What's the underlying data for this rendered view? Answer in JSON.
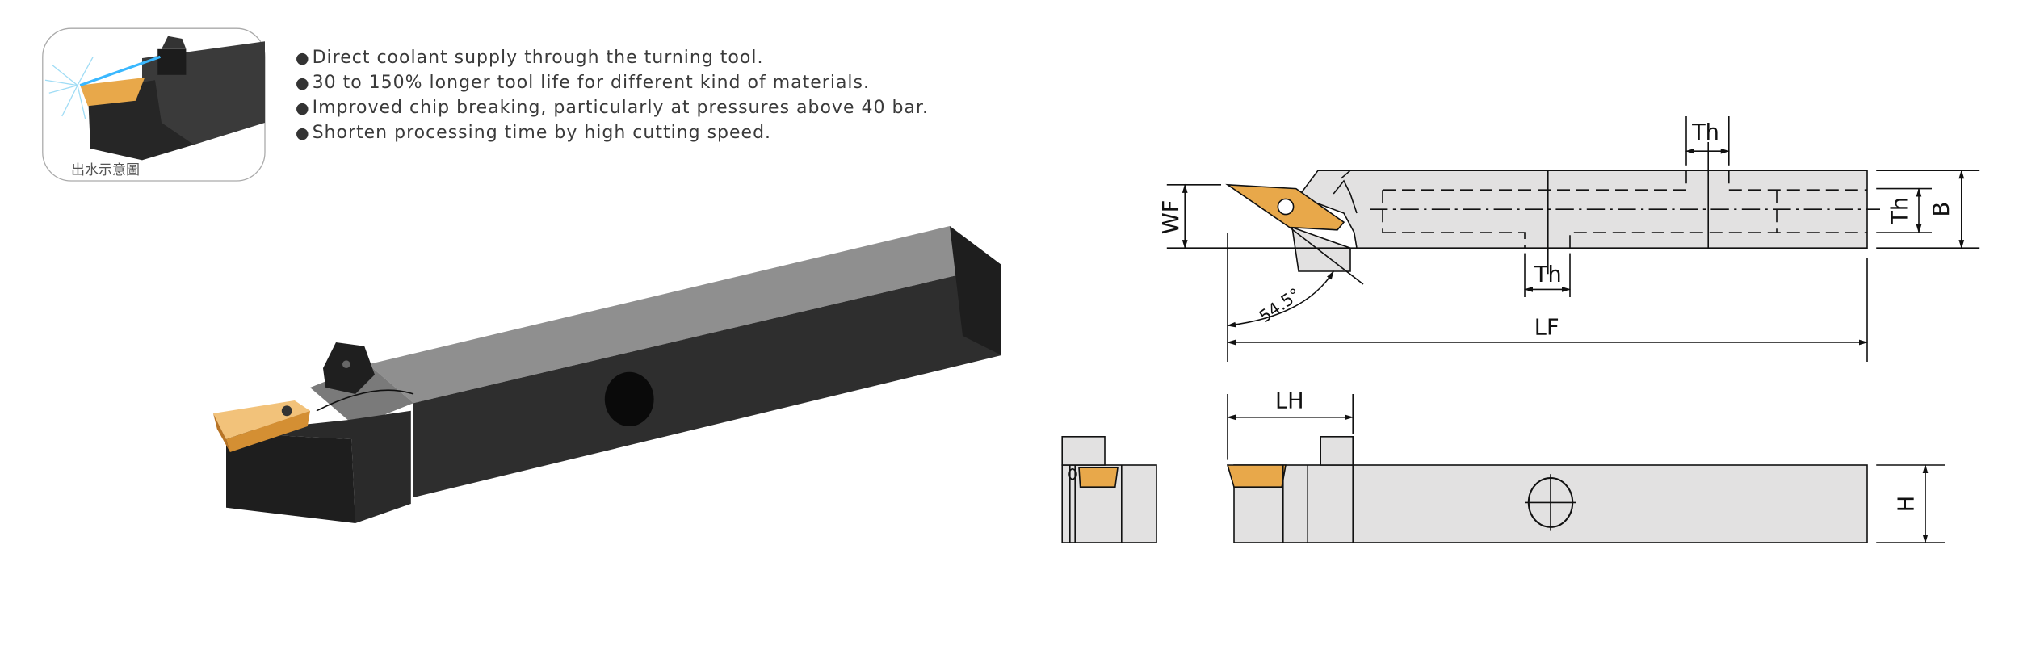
{
  "inset": {
    "caption": "出水示意圖"
  },
  "features": [
    "Direct coolant supply through the turning tool.",
    "30 to 150% longer tool life for different kind of materials.",
    "Improved chip breaking, particularly at pressures above 40 bar.",
    "Shorten processing time by high cutting speed."
  ],
  "bullet_glyph": "●",
  "dimensions": {
    "wf": "WF",
    "th_top": "Th",
    "th_bottom": "Th",
    "th_right": "Th",
    "b": "B",
    "lf": "LF",
    "angle": "54.5°",
    "lh": "LH",
    "h": "H"
  },
  "colors": {
    "insert": "#e8a84a",
    "body": "#e2e1e1",
    "tool_dark": "#2b2b2b"
  }
}
